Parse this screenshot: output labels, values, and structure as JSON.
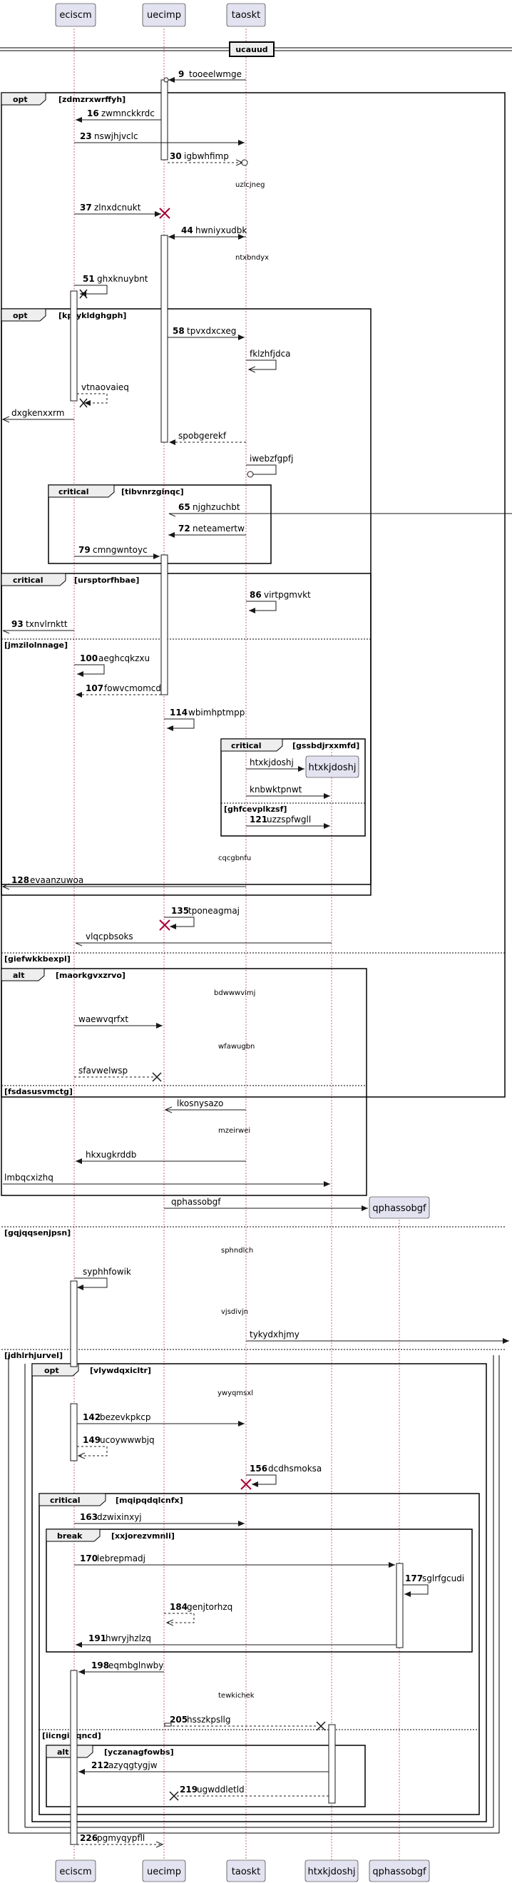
{
  "participants": [
    {
      "id": "ecisc",
      "label": "eciscm"
    },
    {
      "id": "uecimp",
      "label": "uecimp"
    },
    {
      "id": "taoskt",
      "label": "taoskt"
    },
    {
      "id": "htxk",
      "label": "htxkjdoshj"
    },
    {
      "id": "qpha",
      "label": "qphassobgf"
    }
  ],
  "divider": {
    "label": "ucauud"
  },
  "messages": [
    {
      "num": "9",
      "text": "tooeelwmge"
    },
    {
      "num": "16",
      "text": "zwmnckkrdc"
    },
    {
      "num": "23",
      "text": "nswjhjvclc"
    },
    {
      "num": "30",
      "text": "igbwhfimp"
    },
    {
      "num": "",
      "text": "uzlcjneg"
    },
    {
      "num": "37",
      "text": "zlnxdcnukt"
    },
    {
      "num": "44",
      "text": "hwniyxudbk"
    },
    {
      "num": "",
      "text": "ntxbndyx"
    },
    {
      "num": "51",
      "text": "ghxknuybnt"
    },
    {
      "num": "58",
      "text": "tpvxdxcxeg"
    },
    {
      "num": "",
      "text": "fklzhfjdca"
    },
    {
      "num": "",
      "text": "vtnaovaieq"
    },
    {
      "num": "",
      "text": "dxgkenxxrm"
    },
    {
      "num": "",
      "text": "spobgerekf"
    },
    {
      "num": "",
      "text": "iwebzfgpfj"
    },
    {
      "num": "65",
      "text": "njghzuchbt"
    },
    {
      "num": "72",
      "text": "neteamertw"
    },
    {
      "num": "79",
      "text": "cmngwntoyc"
    },
    {
      "num": "86",
      "text": "virtpgmvkt"
    },
    {
      "num": "93",
      "text": "txnvlrnktt"
    },
    {
      "num": "100",
      "text": "aeghcqkzxu"
    },
    {
      "num": "107",
      "text": "fowvcmomcd"
    },
    {
      "num": "114",
      "text": "wbimhptmpp"
    },
    {
      "num": "",
      "text": "htxkjdoshj"
    },
    {
      "num": "",
      "text": "knbwktpnwt"
    },
    {
      "num": "121",
      "text": "uzzspfwgll"
    },
    {
      "num": "",
      "text": "cqcgbnfu"
    },
    {
      "num": "128",
      "text": "evaanzuwoa"
    },
    {
      "num": "135",
      "text": "tponeagmaj"
    },
    {
      "num": "",
      "text": "vlqcpbsoks"
    },
    {
      "num": "",
      "text": "bdwwwvimj"
    },
    {
      "num": "",
      "text": "waewvqrfxt"
    },
    {
      "num": "",
      "text": "wfawugbn"
    },
    {
      "num": "",
      "text": "sfavwelwsp"
    },
    {
      "num": "",
      "text": "lkosnysazo"
    },
    {
      "num": "",
      "text": "mzeirwei"
    },
    {
      "num": "",
      "text": "hkxugkrddb"
    },
    {
      "num": "",
      "text": "lmbqcxizhq"
    },
    {
      "num": "",
      "text": "qphassobgf"
    },
    {
      "num": "",
      "text": "sphndlch"
    },
    {
      "num": "",
      "text": "syphhfowik"
    },
    {
      "num": "",
      "text": "vjsdivjn"
    },
    {
      "num": "",
      "text": "tykydxhjmy"
    },
    {
      "num": "",
      "text": "ywyqmsxl"
    },
    {
      "num": "142",
      "text": "bezevkpkcp"
    },
    {
      "num": "149",
      "text": "ucoywwwbjq"
    },
    {
      "num": "156",
      "text": "dcdhsmoksa"
    },
    {
      "num": "163",
      "text": "dzwixinxyj"
    },
    {
      "num": "170",
      "text": "lebrepmadj"
    },
    {
      "num": "177",
      "text": "sglrfgcudi"
    },
    {
      "num": "184",
      "text": "genjtorhzq"
    },
    {
      "num": "191",
      "text": "hwryjhzlzq"
    },
    {
      "num": "198",
      "text": "eqmbglnwby"
    },
    {
      "num": "",
      "text": "tewkichek"
    },
    {
      "num": "205",
      "text": "hsszkpsllg"
    },
    {
      "num": "212",
      "text": "azyqgtygjw"
    },
    {
      "num": "219",
      "text": "ugwddletld"
    },
    {
      "num": "226",
      "text": "pgmyqypfll"
    }
  ],
  "fragments": [
    {
      "tag": "opt",
      "cond": "[zdmzrxwrffyh]"
    },
    {
      "tag": "opt",
      "cond": "[kpfykldghgph]"
    },
    {
      "tag": "critical",
      "cond": "[tibvnrzginqc]"
    },
    {
      "tag": "critical",
      "cond": "[ursptorfhbae]"
    },
    {
      "tag": "",
      "cond": "[jmzilolnnage]"
    },
    {
      "tag": "critical",
      "cond": "[gssbdjrxxmfd]"
    },
    {
      "tag": "",
      "cond": "[ghfcevplkzsf]"
    },
    {
      "tag": "",
      "cond": "[giefwkkbexpl]"
    },
    {
      "tag": "alt",
      "cond": "[maorkgvxzrvo]"
    },
    {
      "tag": "",
      "cond": "[fsdasusvmctg]"
    },
    {
      "tag": "",
      "cond": "[gqjqqsenjpsn]"
    },
    {
      "tag": "",
      "cond": "[jdhlrhjurvel]"
    },
    {
      "tag": "opt",
      "cond": "[vlywdqxicltr]"
    },
    {
      "tag": "critical",
      "cond": "[mqipqdqlcnfx]"
    },
    {
      "tag": "break",
      "cond": "[xxjorezvmnli]"
    },
    {
      "tag": "",
      "cond": "[iicngiltqncd]"
    },
    {
      "tag": "alt",
      "cond": "[yczanagfowbs]"
    }
  ]
}
